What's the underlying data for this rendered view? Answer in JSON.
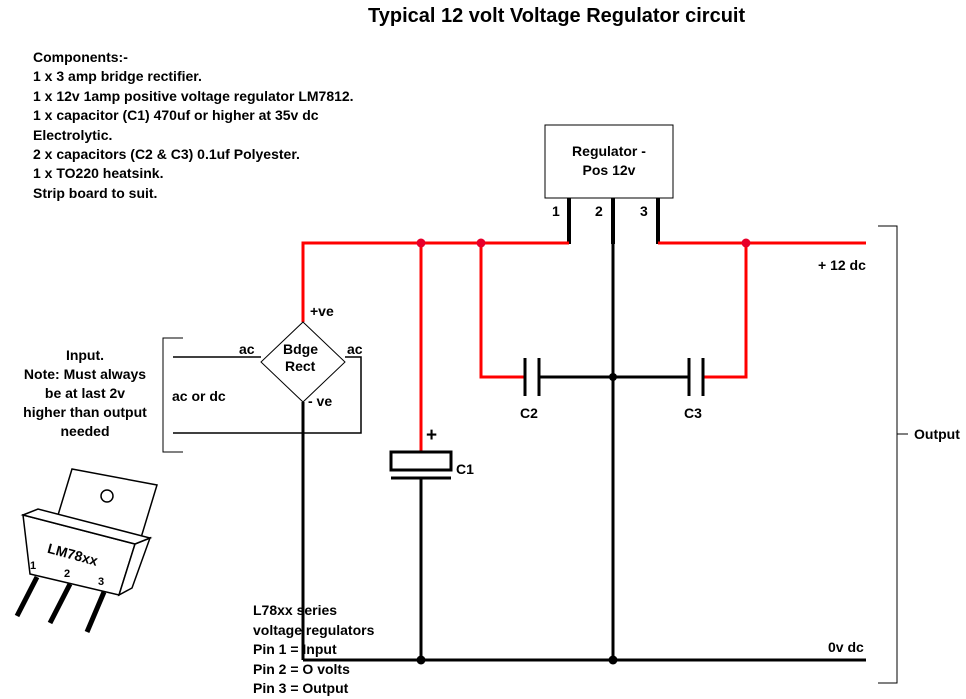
{
  "title": "Typical 12 volt Voltage Regulator circuit",
  "components": {
    "heading": "Components:-",
    "lines": [
      "1 x 3 amp bridge rectifier.",
      "1 x 12v 1amp positive voltage regulator LM7812.",
      "1 x capacitor (C1) 470uf or higher at 35v dc",
      "Electrolytic.",
      "2 x capacitors (C2 & C3)  0.1uf Polyester.",
      "1 x TO220 heatsink.",
      "Strip board to suit."
    ]
  },
  "regulator": {
    "label_line1": "Regulator -",
    "label_line2": "Pos 12v",
    "pin1": "1",
    "pin2": "2",
    "pin3": "3"
  },
  "bridge": {
    "label_line1": "Bdge",
    "label_line2": "Rect",
    "pos": "+ve",
    "neg": "- ve",
    "ac_left": "ac",
    "ac_right": "ac"
  },
  "input": {
    "lines": [
      "Input.",
      "Note: Must always",
      "be at last 2v",
      "higher than output",
      "needed"
    ],
    "ac_or_dc": "ac or dc"
  },
  "capacitors": {
    "c1": "C1",
    "c1_polarity": "+",
    "c2": "C2",
    "c3": "C3"
  },
  "outputs": {
    "plus12": "+ 12 dc",
    "zero": "0v dc",
    "output": "Output"
  },
  "package": {
    "name": "LM78xx",
    "pin1": "1",
    "pin2": "2",
    "pin3": "3",
    "info": [
      "L78xx series",
      "voltage regulators",
      "Pin 1 = Input",
      "Pin 2 = O volts",
      "Pin 3 = Output"
    ]
  },
  "colors": {
    "positive_wire": "#ff0000",
    "ground_wire": "#000000",
    "junction_positive": "#e8002a"
  }
}
